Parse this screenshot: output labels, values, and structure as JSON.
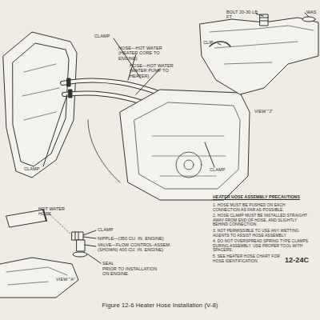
{
  "diagram": {
    "caption": "Figure 12-6 Heater Hose Installation (V-8)",
    "labels": [
      "CLAMP",
      "HOSE—HOT WATER (HEATER CORE TO ENGINE)",
      "HOSE—HOT WATER (WATER PUMP TO HEATER)",
      "BOLT 20-30 LB FT",
      "WAS",
      "CLIP",
      "VIEW \"J\"",
      "CLAMP",
      "CLAMP",
      "HOT WATER HOSE",
      "CLAMP",
      "NIPPLE—(350 CU. IN. ENGINE)",
      "VALVE—FLOW CONTROL-ASSEM. (SHOWN) 400 CU. IN. ENGINE)",
      "SEAL",
      "PRIOR TO INSTALLATION ON ENGINE.",
      "VIEW \"A\"",
      "HEATER HOSE ASSEMBLY PRECAUTIONS",
      "1. HOSE MUST BE PUSHED ON EACH CONNECTION AS FAR AS POSSIBLE.",
      "2. HOSE CLAMP MUST BE INSTALLED STRAIGHT AWAY FROM END OF HOSE, AND SLIGHTLY BEHIND CONNECTION.",
      "3. NOT PERMISSIBLE TO USE ANY WETTING AGENTS TO ASSIST HOSE ASSEMBLY.",
      "4. DO NOT OVERSPREAD SPRING TYPE CLAMPS DURING ASSEMBLY. USE PROPER TOOL WITH SPACERS.",
      "5. SEE HEATER HOSE CHART FOR HOSE IDENTIFICATION.",
      "12-24C"
    ]
  }
}
